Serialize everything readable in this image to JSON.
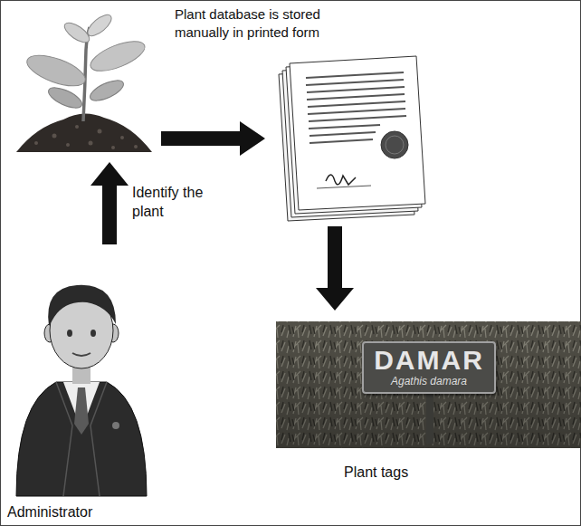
{
  "diagram": {
    "nodes": [
      {
        "text": [
          "Administrator"
        ]
      },
      {
        "text": [
          "Plant tags"
        ]
      },
      {
        "text": [
          "DAMAR",
          "Agathis damara"
        ],
        "in": 1
      }
    ],
    "labels": [
      "Plant database is stored manually in printed form",
      "Identify the plant"
    ]
  }
}
